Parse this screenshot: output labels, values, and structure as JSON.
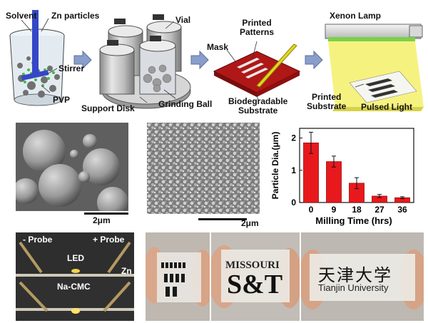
{
  "process": {
    "solvent": "Solvent",
    "zn_particles": "Zn particles",
    "stirrer": "Stirrer",
    "pvp": "PVP",
    "vial": "Vial",
    "support_disk": "Support Disk",
    "grinding_ball": "Grinding Ball",
    "printed_patterns": "Printed\nPatterns",
    "mask": "Mask",
    "biodegradable_substrate": "Biodegradable\nSubstrate",
    "xenon_lamp": "Xenon Lamp",
    "printed_substrate": "Printed\nSubstrate",
    "pulsed_light": "Pulsed Light"
  },
  "sem": {
    "scale_left": "2μm",
    "scale_right": "2μm"
  },
  "chart_data": {
    "type": "bar",
    "categories": [
      "0",
      "9",
      "18",
      "27",
      "36"
    ],
    "values": [
      1.85,
      1.27,
      0.6,
      0.2,
      0.15
    ],
    "errors": [
      0.33,
      0.17,
      0.17,
      0.05,
      0.03
    ],
    "ylabel": "Particle Dia.(μm)",
    "xlabel": "Milling  Time (hrs)",
    "ylim": [
      0,
      2.3
    ],
    "yticks": [
      0,
      1,
      2
    ],
    "bar_color": "#e8191c"
  },
  "led_photo": {
    "minus_probe": "- Probe",
    "plus_probe": "+ Probe",
    "led": "LED",
    "zn": "Zn",
    "na_cmc": "Na-CMC"
  },
  "flex_photos": {
    "missouri": "MISSOURI",
    "st": "S&T",
    "tianjin_cn": "天津大学",
    "tianjin_en": "Tianjin University"
  }
}
